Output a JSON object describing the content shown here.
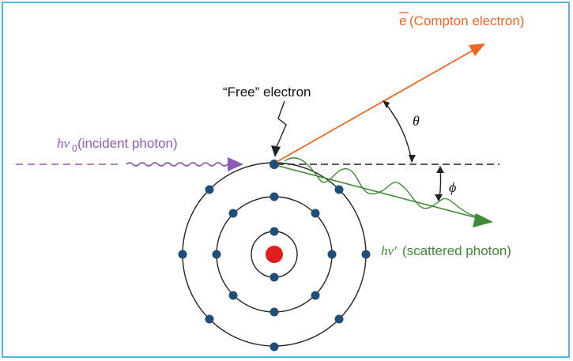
{
  "labels": {
    "compton_electron_symbol": "e",
    "compton_electron_text": "(Compton electron)",
    "free_electron": "“Free” electron",
    "incident_h": "hν",
    "incident_sub": "0",
    "incident_text": "(incident photon)",
    "scattered_h": "hν′",
    "scattered_text": "(scattered photon)",
    "theta": "θ",
    "phi": "ϕ"
  },
  "colors": {
    "frame": "#4fb8e3",
    "electron_arrow": "#f26522",
    "incident_photon": "#8b5bb5",
    "scattered_photon": "#3f8b35",
    "electron_dot": "#1f4e79",
    "nucleus": "#e01e1e",
    "line": "#222222"
  }
}
